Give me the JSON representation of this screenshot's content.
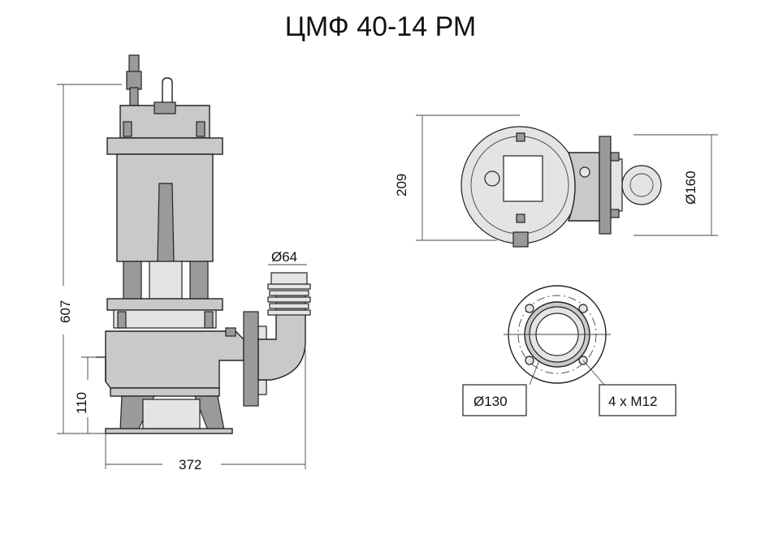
{
  "title": "ЦМФ 40-14 РМ",
  "dimensions": {
    "outlet_diameter": "Ø64",
    "total_height": "607",
    "base_height": "110",
    "total_width": "372",
    "top_depth": "209",
    "flange_outer_diameter": "Ø160",
    "bolt_circle_diameter": "Ø130",
    "bolts": "4 x M12"
  }
}
